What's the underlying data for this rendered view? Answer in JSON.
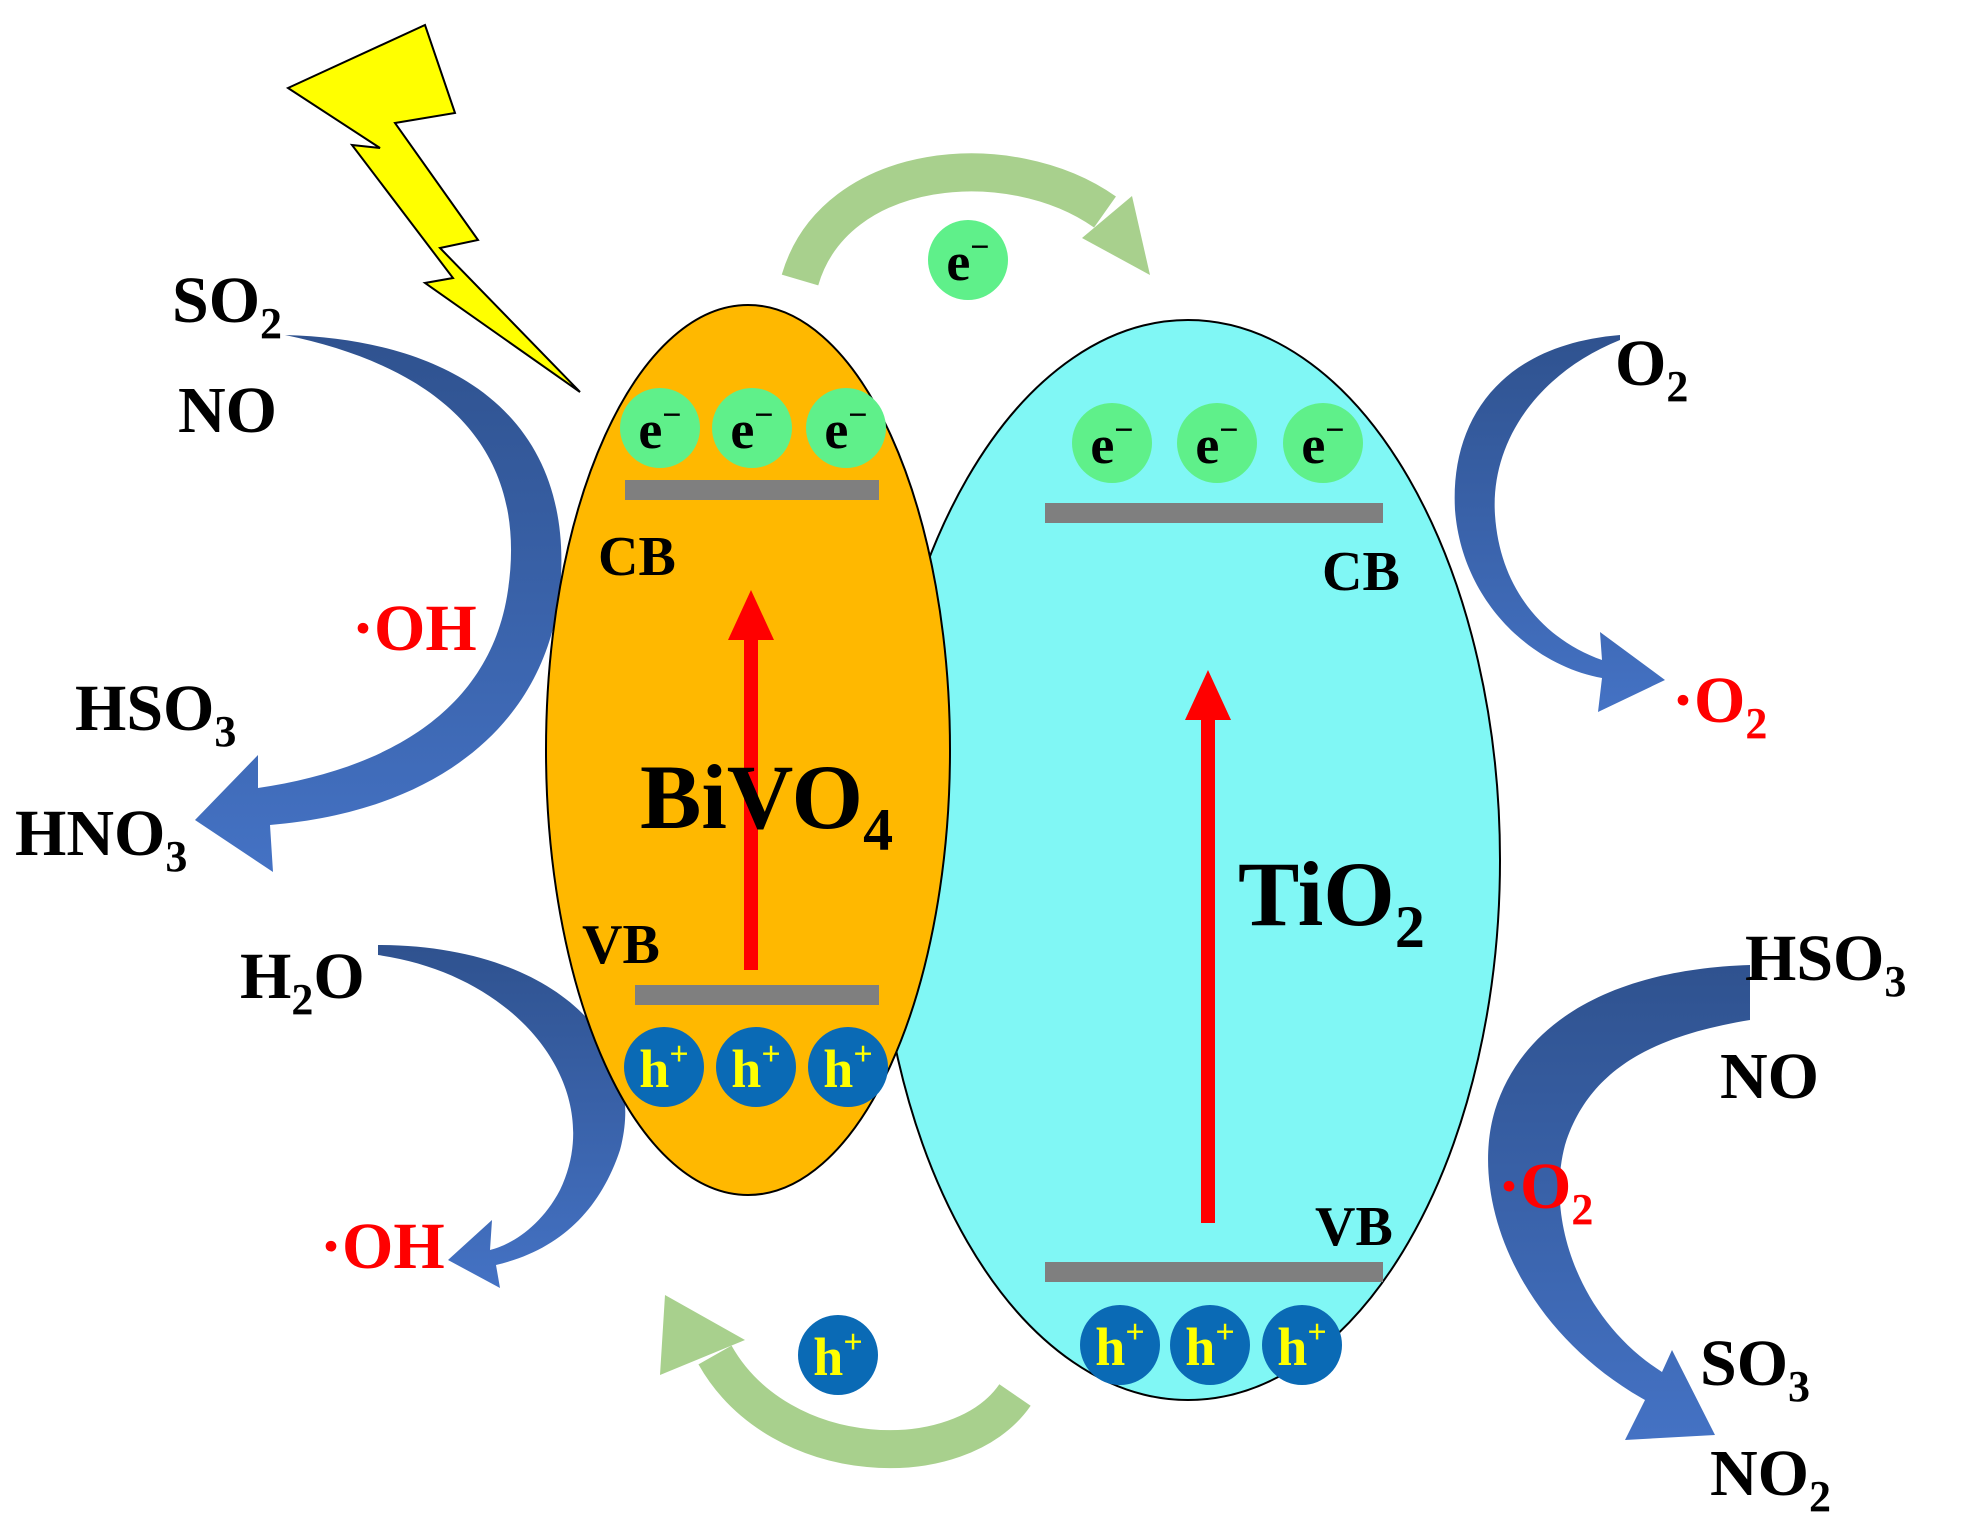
{
  "materials": {
    "left": "BiVO",
    "left_sub": "4",
    "right": "TiO",
    "right_sub": "2"
  },
  "bands": {
    "left_cb": "CB",
    "left_vb": "VB",
    "right_cb": "CB",
    "right_vb": "VB"
  },
  "carriers": {
    "electron": "e",
    "electron_sup": "−",
    "hole": "h",
    "hole_sup": "+"
  },
  "left_upper": {
    "in1": "SO",
    "in1_sub": "2",
    "in2": "NO",
    "radical": "·OH",
    "out1": "HSO",
    "out1_sub": "3",
    "out2": "HNO",
    "out2_sub": "3"
  },
  "left_lower": {
    "in": "H",
    "in_sub": "2",
    "in_end": "O",
    "out": "·OH"
  },
  "right_upper": {
    "in": "O",
    "in_sub": "2",
    "out": "·O",
    "out_sub": "2"
  },
  "right_lower": {
    "in1": "HSO",
    "in1_sub": "3",
    "in2": "NO",
    "radical": "·O",
    "radical_sub": "2",
    "out1": "SO",
    "out1_sub": "3",
    "out2": "NO",
    "out2_sub": "2"
  },
  "colors": {
    "bivo4": "#ffb800",
    "tio2": "#80f7f5",
    "electron": "#5ff08a",
    "hole": "#0a6ab5",
    "band_line": "#7f7f7f",
    "excitation_arrow": "#ff0000",
    "transfer_arrow": "#a8d08d",
    "reaction_arrow": "#4472c4",
    "light": "#ffff00",
    "radical_text": "#ff0000"
  }
}
